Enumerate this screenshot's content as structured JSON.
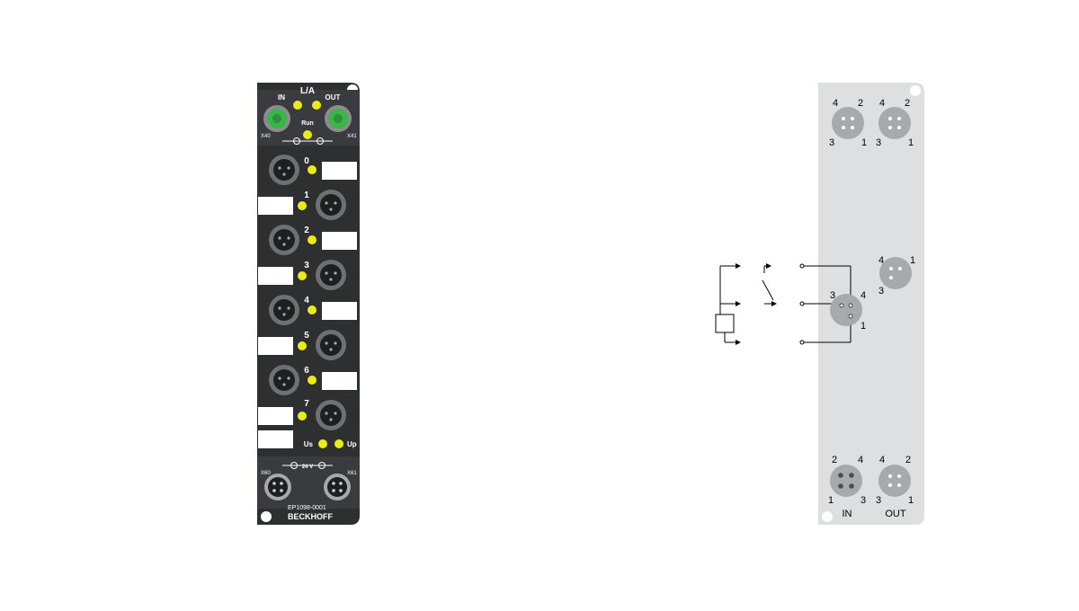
{
  "colors": {
    "module_body": "#2e2f31",
    "led_yellow": "#e9ec17",
    "led_green": "#39b54a",
    "label_white": "#ffffff",
    "schematic_panel": "#dedfe1",
    "connector_grey": "#a7a9ac",
    "line": "#000000"
  },
  "module": {
    "port_in": "IN",
    "port_out": "OUT",
    "led_link_activity": "L/A",
    "led_run": "Run",
    "x40": "X40",
    "x41": "X41",
    "x60": "X60",
    "x61": "X61",
    "supply": "24 V",
    "led_us": "Us",
    "led_up": "Up",
    "part_number": "EP1098-0001",
    "brand": "BECKHOFF",
    "channels": [
      "0",
      "1",
      "2",
      "3",
      "4",
      "5",
      "6",
      "7"
    ]
  },
  "schematic": {
    "top_left": {
      "tl": "4",
      "tr": "2",
      "bl": "3",
      "br": "1"
    },
    "top_right": {
      "tl": "4",
      "tr": "2",
      "bl": "3",
      "br": "1"
    },
    "io_connector": {
      "p3": "3",
      "p4": "4",
      "p1": "1"
    },
    "ref_connector": {
      "tl": "4",
      "tr": "1",
      "bl": "3"
    },
    "in_connector": {
      "tl": "2",
      "tr": "4",
      "bl": "1",
      "br": "3"
    },
    "out_connector": {
      "tl": "4",
      "tr": "2",
      "bl": "3",
      "br": "1"
    },
    "label_in": "IN",
    "label_out": "OUT"
  }
}
